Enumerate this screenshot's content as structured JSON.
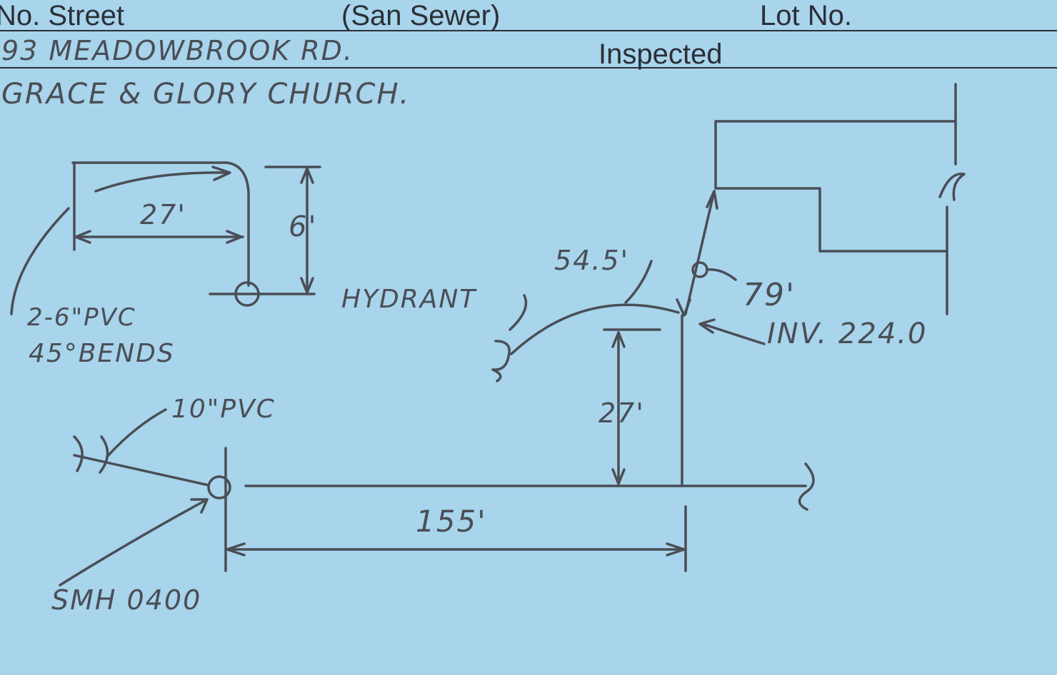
{
  "header": {
    "street_label": "No. Street",
    "sewer_label": "(San Sewer)",
    "lot_label": "Lot No.",
    "inspected_label": "Inspected"
  },
  "entry": {
    "address": "93 MEADOWBROOK RD.",
    "owner": "GRACE & GLORY CHURCH."
  },
  "sketch": {
    "dim_27_top": "27'",
    "dim_6": "6'",
    "note_pvc_line1": "2-6\"PVC",
    "note_pvc_line2": "45°BENDS",
    "note_10pvc": "10\"PVC",
    "note_smh": "SMH 0400",
    "dim_155": "155'",
    "dim_27_mid": "27'",
    "label_hydrant": "HYDRANT",
    "dim_545": "54.5'",
    "dim_79": "79'",
    "label_inv": "INV. 224.0"
  }
}
